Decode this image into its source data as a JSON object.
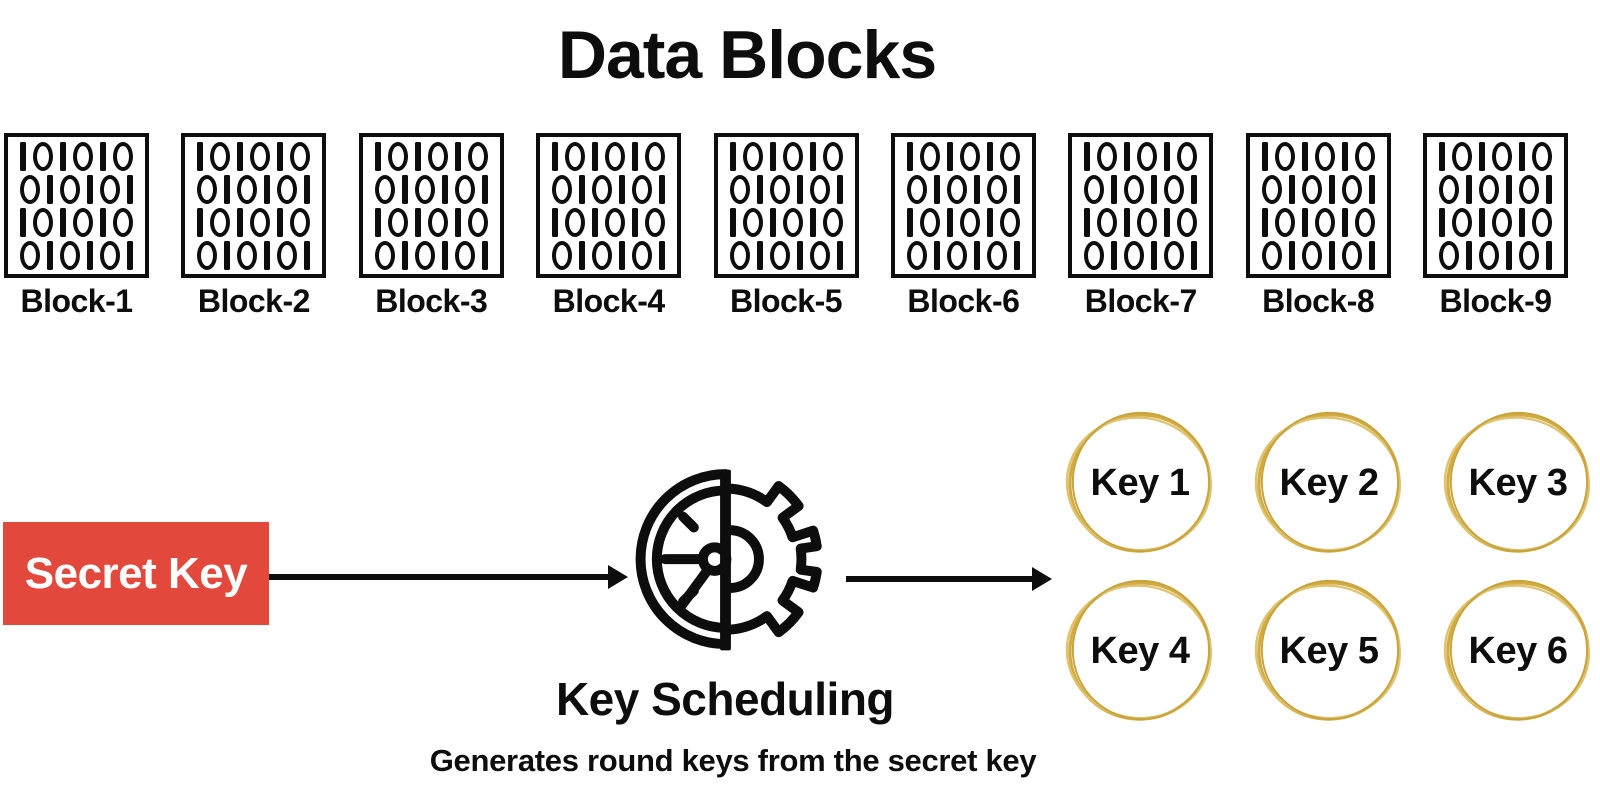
{
  "title": "Data Blocks",
  "data_blocks": {
    "binary_rows": [
      "101010",
      "010101",
      "101010",
      "010101"
    ],
    "labels": [
      "Block-1",
      "Block-2",
      "Block-3",
      "Block-4",
      "Block-5",
      "Block-6",
      "Block-7",
      "Block-8",
      "Block-9"
    ]
  },
  "key_schedule": {
    "input_label": "Secret Key",
    "process_title": "Key Scheduling",
    "process_subtitle": "Generates round keys from the secret key",
    "icon": "clock-gear-icon",
    "round_keys": [
      "Key 1",
      "Key 2",
      "Key 3",
      "Key 4",
      "Key 5",
      "Key 6"
    ]
  },
  "colors": {
    "ink": "#0d0d0d",
    "secret_key_red": "#E2493C",
    "round_key_gold": "#D2AC42",
    "round_key_gold_light": "#DFC36F"
  }
}
